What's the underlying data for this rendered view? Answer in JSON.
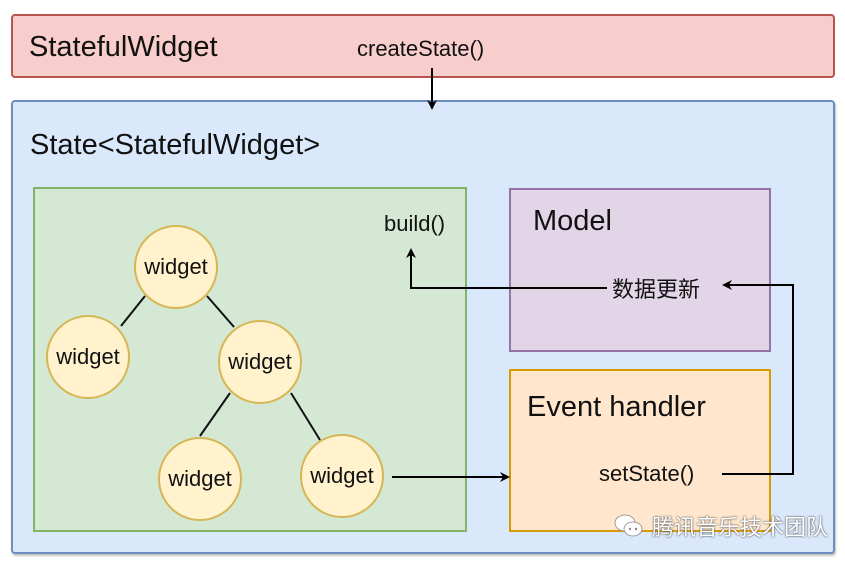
{
  "stateful_widget": {
    "title": "StatefulWidget",
    "method": "createState()"
  },
  "state": {
    "title": "State<StatefulWidget>"
  },
  "widget_tree": {
    "build_label": "build()",
    "nodes": [
      {
        "id": "root",
        "label": "widget"
      },
      {
        "id": "left",
        "label": "widget"
      },
      {
        "id": "right",
        "label": "widget"
      },
      {
        "id": "right-left",
        "label": "widget"
      },
      {
        "id": "right-right",
        "label": "widget"
      }
    ]
  },
  "model": {
    "title": "Model",
    "action": "数据更新"
  },
  "event_handler": {
    "title": "Event handler",
    "action": "setState()"
  },
  "watermark": {
    "icon": "wechat-icon",
    "text": "腾讯音乐技术团队"
  },
  "colors": {
    "stateful_fill": "#f8cecc",
    "stateful_stroke": "#b85450",
    "state_fill": "#dae8fc",
    "state_stroke": "#6c8ebf",
    "tree_fill": "#d5e8d4",
    "tree_stroke": "#82b366",
    "model_fill": "#e1d5e7",
    "model_stroke": "#9673a6",
    "event_fill": "#ffe6cc",
    "event_stroke": "#d79b00",
    "node_fill": "#fff2cc",
    "node_stroke": "#d6b656"
  }
}
